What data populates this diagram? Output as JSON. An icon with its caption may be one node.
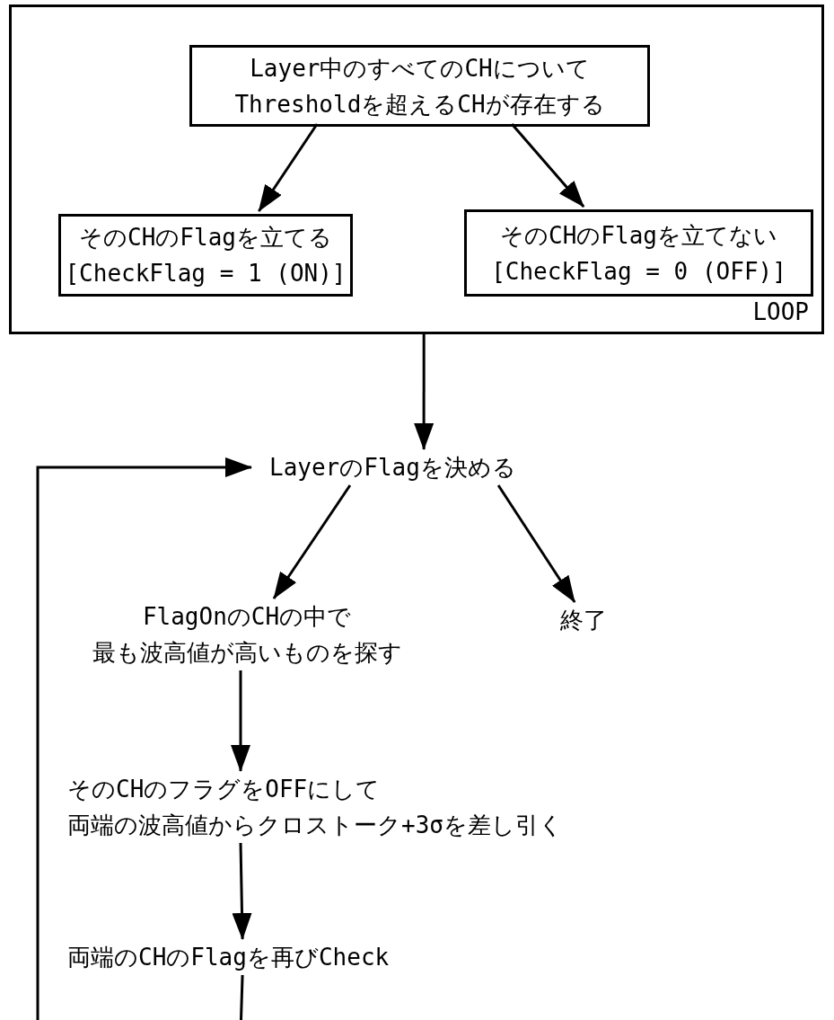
{
  "diagram": {
    "nodes": [
      {
        "text": [
          "LOOP"
        ]
      },
      {
        "text": [
          "Layer中のすべてのCHについて",
          "Thresholdを超えるCHが存在する"
        ],
        "in": 0
      },
      {
        "text": [
          "そのCHのFlagを立てる",
          "[CheckFlag = 1 (ON)]"
        ],
        "in": 0
      },
      {
        "text": [
          "そのCHのFlagを立てない",
          "[CheckFlag = 0 (OFF)]"
        ],
        "in": 0
      },
      {
        "text": [
          "LayerのFlagを決める"
        ]
      },
      {
        "text": [
          "終了"
        ]
      },
      {
        "text": [
          "FlagOnのCHの中で",
          "最も波高値が高いものを探す"
        ]
      },
      {
        "text": [
          "そのCHのフラグをOFFにして",
          "両端の波高値からクロストーク+3σを差し引く"
        ]
      },
      {
        "text": [
          "両端のCHのFlagを再びCheck"
        ]
      }
    ],
    "edges": [
      {
        "from": 1,
        "to": 2,
        "arrow": "to"
      },
      {
        "from": 1,
        "to": 3,
        "arrow": "to"
      },
      {
        "from": 0,
        "to": 4,
        "arrow": "to"
      },
      {
        "from": 4,
        "to": 6,
        "arrow": "to"
      },
      {
        "from": 4,
        "to": 5,
        "arrow": "to"
      },
      {
        "from": 6,
        "to": 7,
        "arrow": "to"
      },
      {
        "from": 7,
        "to": 8,
        "arrow": "to"
      },
      {
        "from": 8,
        "to": 4,
        "arrow": "to"
      }
    ]
  }
}
